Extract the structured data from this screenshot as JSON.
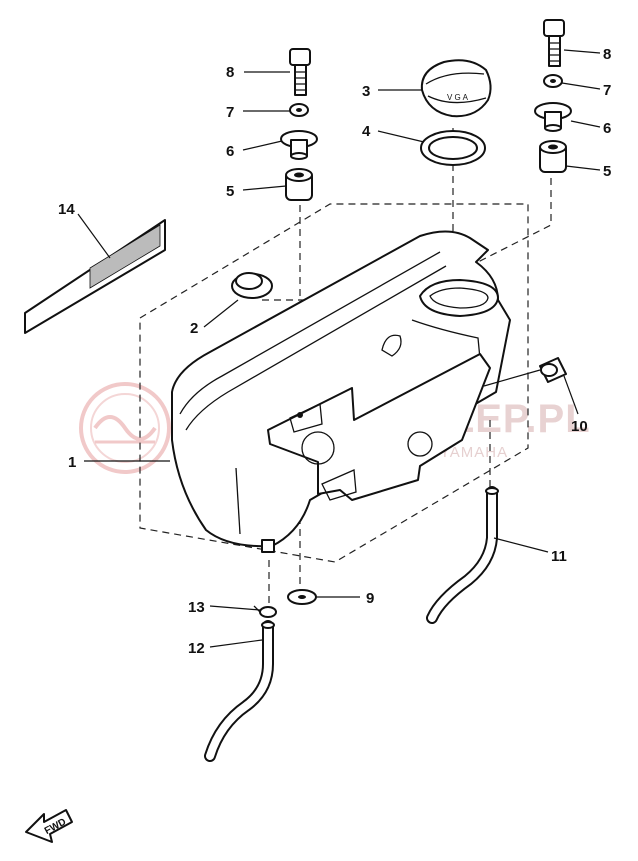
{
  "watermark": {
    "brand": "YAMAHA-SKLEP.PL",
    "tagline": "WŁOŚCI OWNICZE CZĘŚCI Y YAMAHA"
  },
  "direction_marker": {
    "label": "FWD"
  },
  "callouts": [
    {
      "number": "1",
      "part": "fuel tank"
    },
    {
      "number": "2",
      "part": "grommet"
    },
    {
      "number": "3",
      "part": "filler cap"
    },
    {
      "number": "4",
      "part": "cap gasket"
    },
    {
      "number": "5",
      "part": "damper"
    },
    {
      "number": "6",
      "part": "collar"
    },
    {
      "number": "7",
      "part": "washer"
    },
    {
      "number": "8",
      "part": "bolt"
    },
    {
      "number": "9",
      "part": "washer"
    },
    {
      "number": "10",
      "part": "plug"
    },
    {
      "number": "11",
      "part": "breather pipe"
    },
    {
      "number": "12",
      "part": "fuel pipe"
    },
    {
      "number": "13",
      "part": "clip"
    },
    {
      "number": "14",
      "part": "label"
    },
    {
      "number": "5",
      "part": "damper"
    },
    {
      "number": "6",
      "part": "collar"
    },
    {
      "number": "7",
      "part": "washer"
    },
    {
      "number": "8",
      "part": "bolt"
    }
  ]
}
